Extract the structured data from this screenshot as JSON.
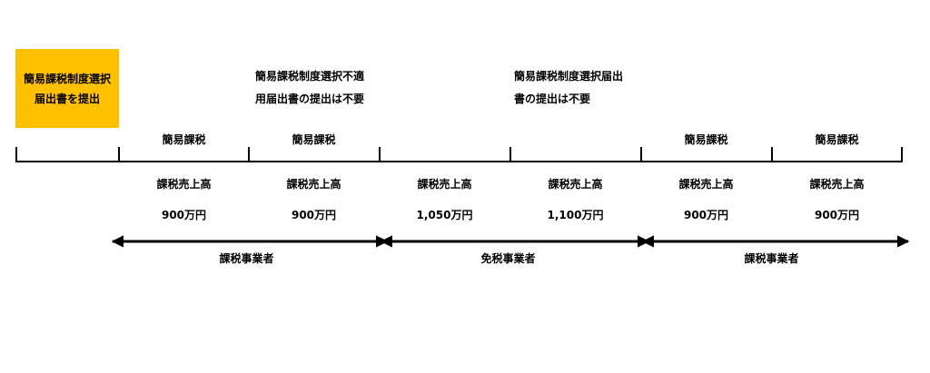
{
  "highlight_note": {
    "line1": "簡易課税制度選択",
    "line2": "届出書を提出",
    "color": "#FFC000"
  },
  "note_not_applicable": {
    "line1": "簡易課税制度選択不適",
    "line2": "用届出書の提出は不要"
  },
  "note_selection": {
    "line1": "簡易課税制度選択届出",
    "line2": "書の提出は不要"
  },
  "periods": [
    {
      "method": "簡易課税",
      "sales_label": "課税売上高",
      "sales_value": "900万円"
    },
    {
      "method": "簡易課税",
      "sales_label": "課税売上高",
      "sales_value": "900万円"
    },
    {
      "method": "",
      "sales_label": "課税売上高",
      "sales_value": "1,050万円"
    },
    {
      "method": "",
      "sales_label": "課税売上高",
      "sales_value": "1,100万円"
    },
    {
      "method": "簡易課税",
      "sales_label": "課税売上高",
      "sales_value": "900万円"
    },
    {
      "method": "簡易課税",
      "sales_label": "課税売上高",
      "sales_value": "900万円"
    }
  ],
  "status_ranges": [
    {
      "label": "課税事業者"
    },
    {
      "label": "免税事業者"
    },
    {
      "label": "課税事業者"
    }
  ]
}
